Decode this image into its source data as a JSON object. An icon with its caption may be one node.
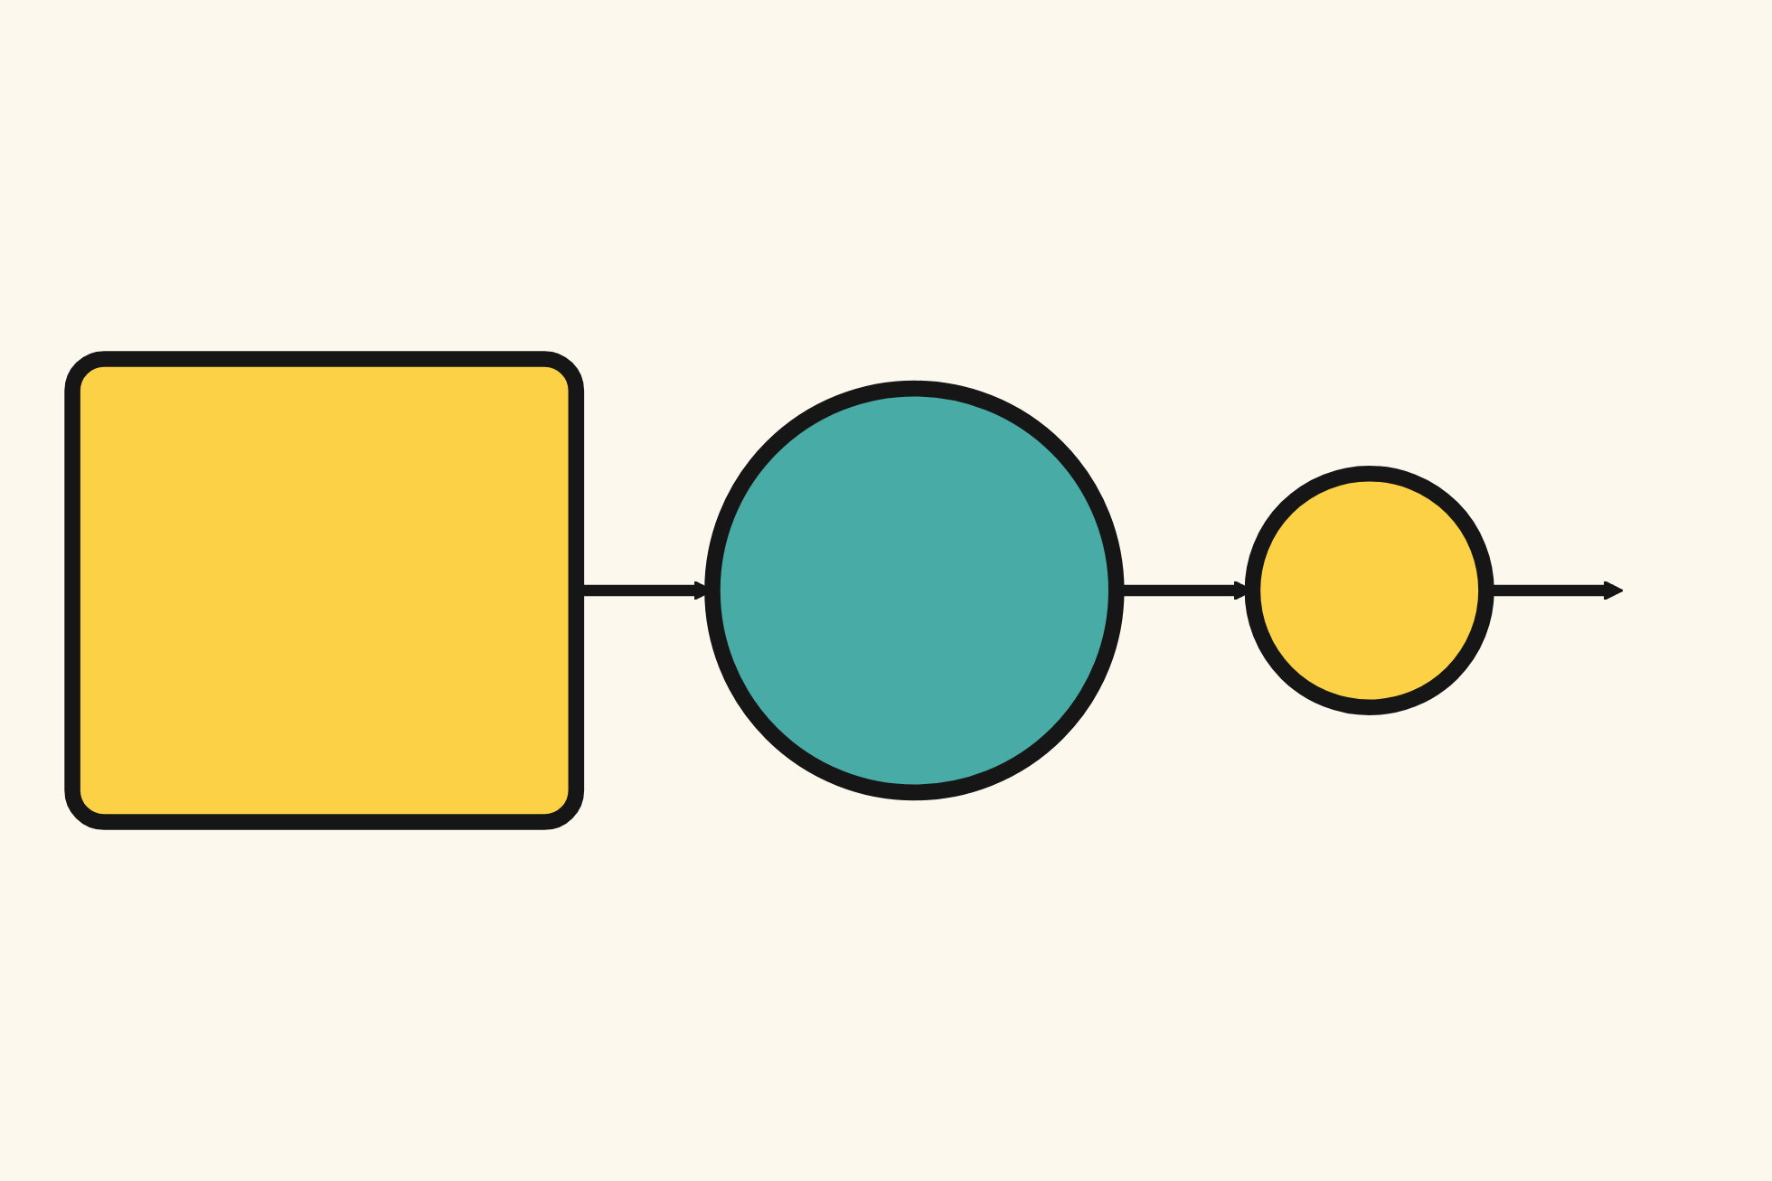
{
  "diagram": {
    "nodes": [
      {
        "text": [],
        "shape": "box"
      },
      {
        "text": [],
        "shape": "circle"
      },
      {
        "text": [],
        "shape": "circle"
      }
    ],
    "edges": [
      {
        "from": 0,
        "to": 1,
        "arrow": "to"
      },
      {
        "from": 1,
        "to": 2,
        "arrow": "to"
      },
      {
        "from": 2,
        "to": null,
        "arrow": "to"
      }
    ]
  }
}
